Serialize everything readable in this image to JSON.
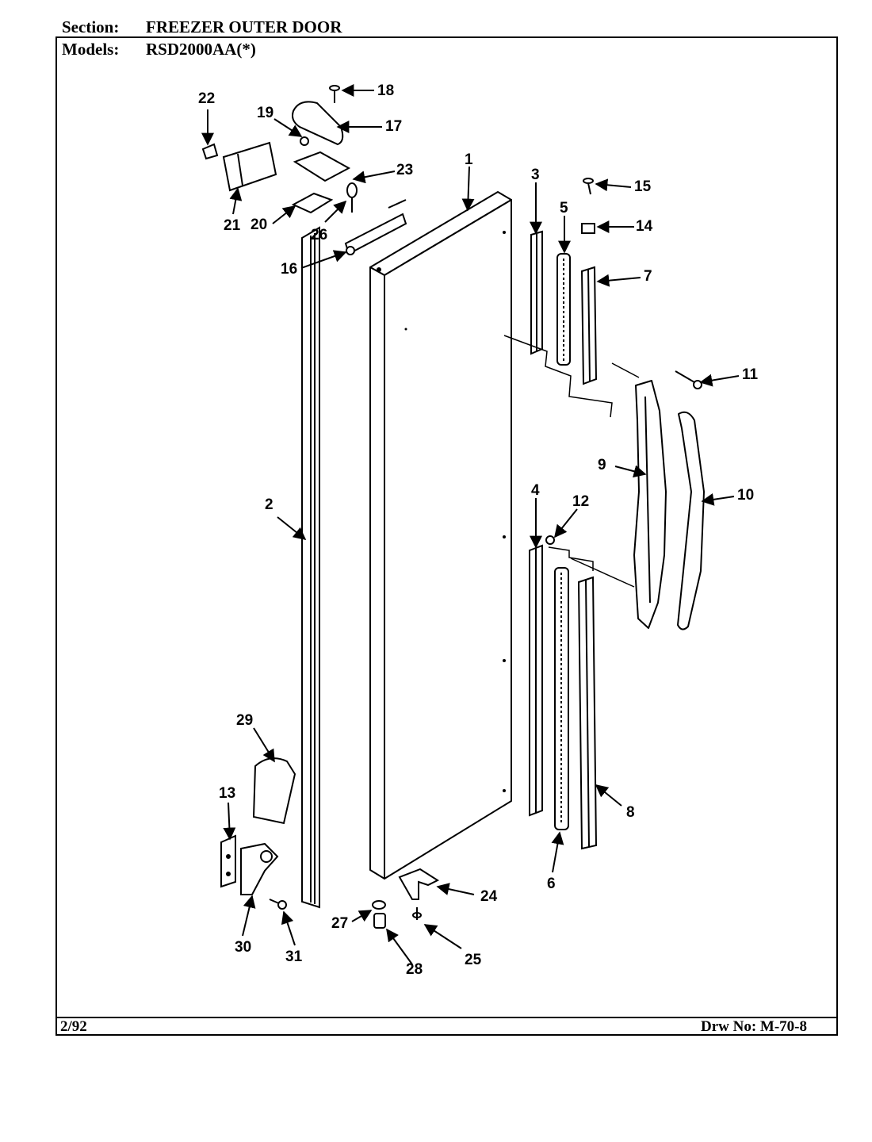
{
  "header": {
    "section_label": "Section:",
    "section_value": "FREEZER OUTER DOOR",
    "models_label": "Models:",
    "models_value": "RSD2000AA(*)"
  },
  "footer": {
    "date": "2/92",
    "drawing_number": "Drw No: M-70-8"
  },
  "callouts": [
    "1",
    "2",
    "3",
    "4",
    "5",
    "6",
    "7",
    "8",
    "9",
    "10",
    "11",
    "12",
    "13",
    "14",
    "15",
    "16",
    "17",
    "18",
    "19",
    "20",
    "21",
    "22",
    "23",
    "24",
    "25",
    "26",
    "27",
    "28",
    "29",
    "30",
    "31"
  ]
}
